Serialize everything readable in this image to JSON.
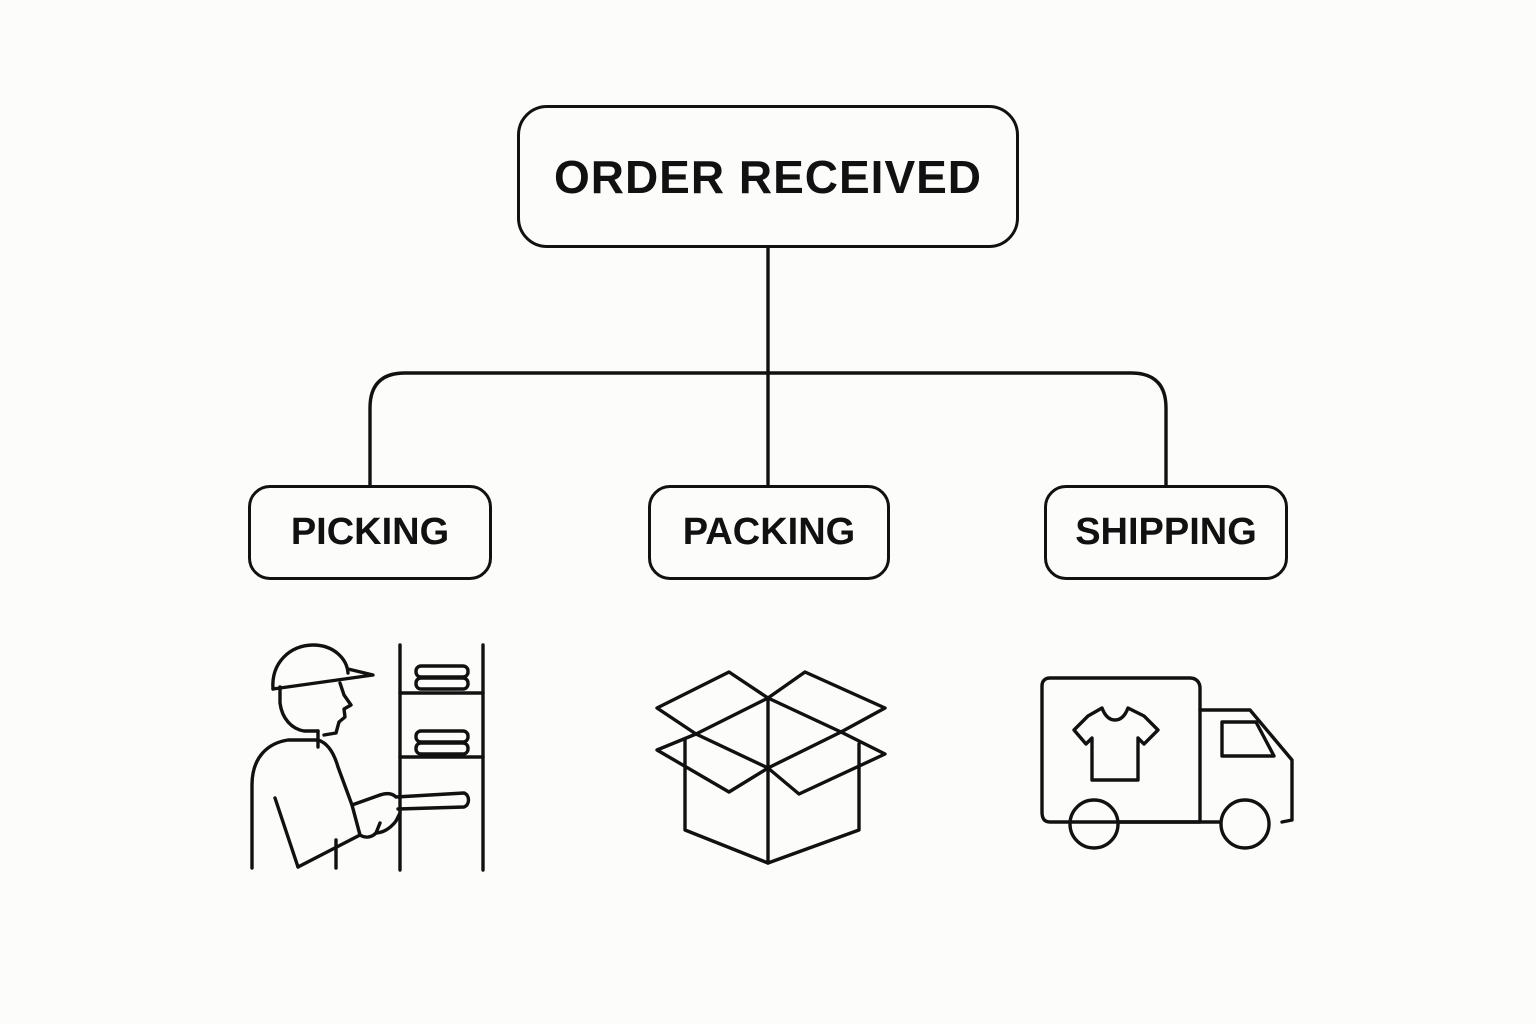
{
  "diagram": {
    "root": {
      "label": "ORDER RECEIVED"
    },
    "steps": [
      {
        "label": "PICKING",
        "icon": "warehouse-worker-icon"
      },
      {
        "label": "PACKING",
        "icon": "open-box-icon"
      },
      {
        "label": "SHIPPING",
        "icon": "delivery-truck-icon"
      }
    ]
  },
  "colors": {
    "background": "#fcfcfa",
    "stroke": "#111111"
  }
}
